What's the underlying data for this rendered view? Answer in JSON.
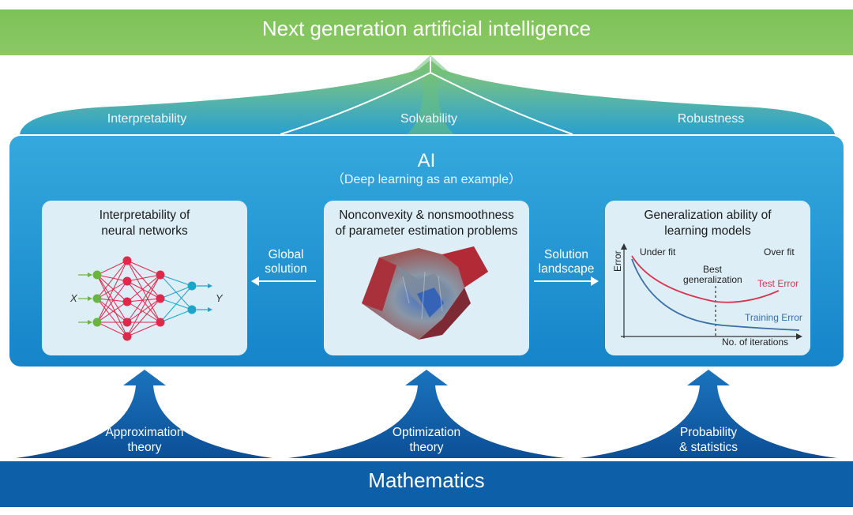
{
  "top": {
    "title": "Next generation artificial intelligence"
  },
  "pillars": [
    "Interpretability",
    "Solvability",
    "Robustness"
  ],
  "ai": {
    "title": "AI",
    "subtitle": "（Deep learning as an example）"
  },
  "cards": {
    "left": {
      "line1": "Interpretability of",
      "line2": "neural networks",
      "x_label": "X",
      "y_label": "Y"
    },
    "center": {
      "line1": "Nonconvexity & nonsmoothness",
      "line2": "of parameter estimation problems"
    },
    "right": {
      "line1": "Generalization ability of",
      "line2": "learning models"
    }
  },
  "arrows": {
    "left": {
      "line1": "Global",
      "line2": "solution"
    },
    "right": {
      "line1": "Solution",
      "line2": "landscape"
    }
  },
  "graph": {
    "y_axis": "Error",
    "x_axis": "No. of iterations",
    "under_fit": "Under fit",
    "over_fit": "Over fit",
    "best_line1": "Best",
    "best_line2": "generalization",
    "test_error": "Test Error",
    "training_error": "Training Error"
  },
  "theories": [
    {
      "line1": "Approximation",
      "line2": "theory"
    },
    {
      "line1": "Optimization",
      "line2": "theory"
    },
    {
      "line1": "Probability",
      "line2": "& statistics"
    }
  ],
  "bottom": {
    "title": "Mathematics"
  },
  "colors": {
    "green": "#83c35c",
    "blue_box": "#1f9bd6",
    "dark_blue": "#0d5fa8",
    "card": "#ddeef7",
    "test_error": "#d8344f",
    "training_error": "#3a6ea5",
    "nn_red": "#e0284a",
    "nn_green": "#6ab53c",
    "nn_cyan": "#1aa6c8"
  }
}
